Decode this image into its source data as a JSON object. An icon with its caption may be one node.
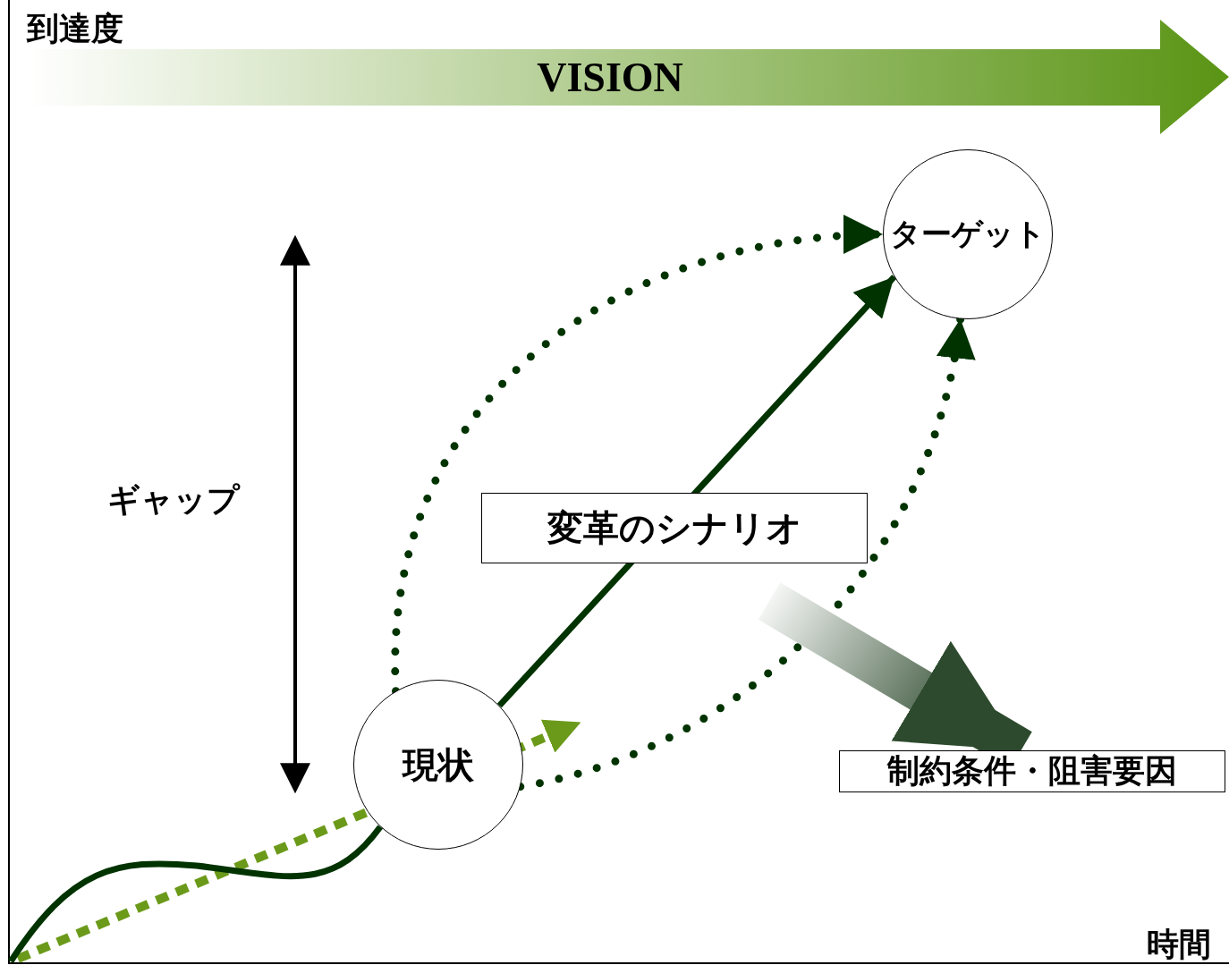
{
  "diagram": {
    "nodes": [
      {
        "text": [
          "VISION"
        ]
      },
      {
        "text": [
          "現状"
        ]
      },
      {
        "text": [
          "ターゲット"
        ]
      },
      {
        "text": [
          "制約条件・阻害要因"
        ]
      }
    ],
    "edges": [
      {
        "from": 1,
        "to": 2,
        "arrow": "to",
        "label": "変革のシナリオ",
        "color": "#003300"
      },
      {
        "from": 1,
        "to": 2,
        "arrow": "to",
        "style": "dashed",
        "color": "#003300"
      },
      {
        "from": 1,
        "to": 2,
        "arrow": "to",
        "style": "dashed",
        "color": "#003300"
      },
      {
        "from": null,
        "to": 1,
        "arrow": "none",
        "color": "#003300"
      },
      {
        "from": null,
        "to": 3,
        "arrow": "to",
        "style": "thick"
      }
    ],
    "labels": [
      "到達度",
      "ギャップ",
      "時間"
    ]
  }
}
